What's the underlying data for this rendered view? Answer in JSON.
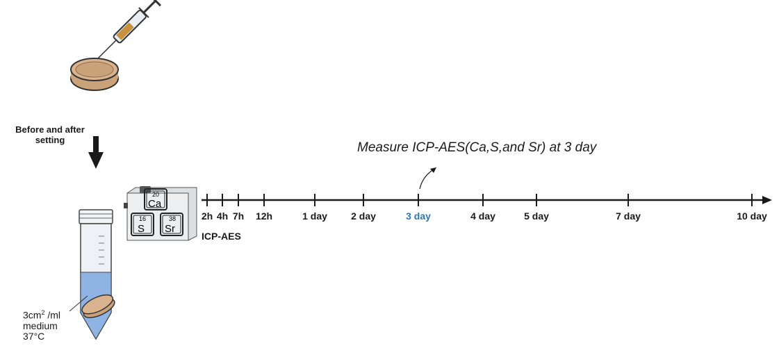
{
  "step_label": [
    "Before and after",
    "setting"
  ],
  "measure_note": "Measure ICP-AES(Ca,S,and Sr) at 3 day",
  "instrument": {
    "label": "ICP-AES",
    "elements": [
      {
        "number": "20",
        "symbol": "Ca"
      },
      {
        "number": "16",
        "symbol": "S"
      },
      {
        "number": "38",
        "symbol": "Sr"
      }
    ]
  },
  "conditions": {
    "line1_prefix": "3cm",
    "line1_sup": "2",
    "line1_suffix": " /ml",
    "line2": "medium",
    "line3": "37°C"
  },
  "timeline": {
    "ticks": [
      {
        "label": "2h"
      },
      {
        "label": "4h"
      },
      {
        "label": "7h"
      },
      {
        "label": "12h"
      },
      {
        "label": "1 day"
      },
      {
        "label": "2 day"
      },
      {
        "label": "3 day",
        "highlight": true
      },
      {
        "label": "4 day"
      },
      {
        "label": "5 day"
      },
      {
        "label": "7 day"
      },
      {
        "label": "10 day"
      }
    ],
    "highlight_color": "#2e75b6",
    "line_color": "#1a1a1a"
  },
  "colors": {
    "disc_fill": "#c9a27a",
    "tube_liquid": "#8fb3e3",
    "syringe_fluid": "#c8913e"
  }
}
